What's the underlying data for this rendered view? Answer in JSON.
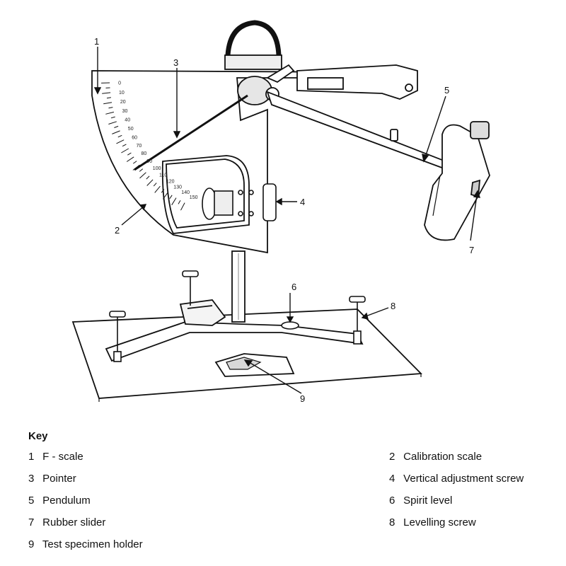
{
  "callouts": [
    "1",
    "2",
    "3",
    "4",
    "5",
    "6",
    "7",
    "8",
    "9"
  ],
  "scale": {
    "f_scale": [
      "0",
      "10",
      "20",
      "30",
      "40",
      "50",
      "60",
      "70",
      "80",
      "90"
    ],
    "calibration": [
      "100",
      "110",
      "120",
      "130",
      "140",
      "150"
    ]
  },
  "key": {
    "title": "Key",
    "items": [
      {
        "num": "1",
        "label": "F - scale"
      },
      {
        "num": "2",
        "label": "Calibration scale"
      },
      {
        "num": "3",
        "label": "Pointer"
      },
      {
        "num": "4",
        "label": "Vertical adjustment screw"
      },
      {
        "num": "5",
        "label": "Pendulum"
      },
      {
        "num": "6",
        "label": "Spirit level"
      },
      {
        "num": "7",
        "label": "Rubber slider"
      },
      {
        "num": "8",
        "label": "Levelling screw"
      },
      {
        "num": "9",
        "label": "Test specimen holder"
      }
    ]
  }
}
